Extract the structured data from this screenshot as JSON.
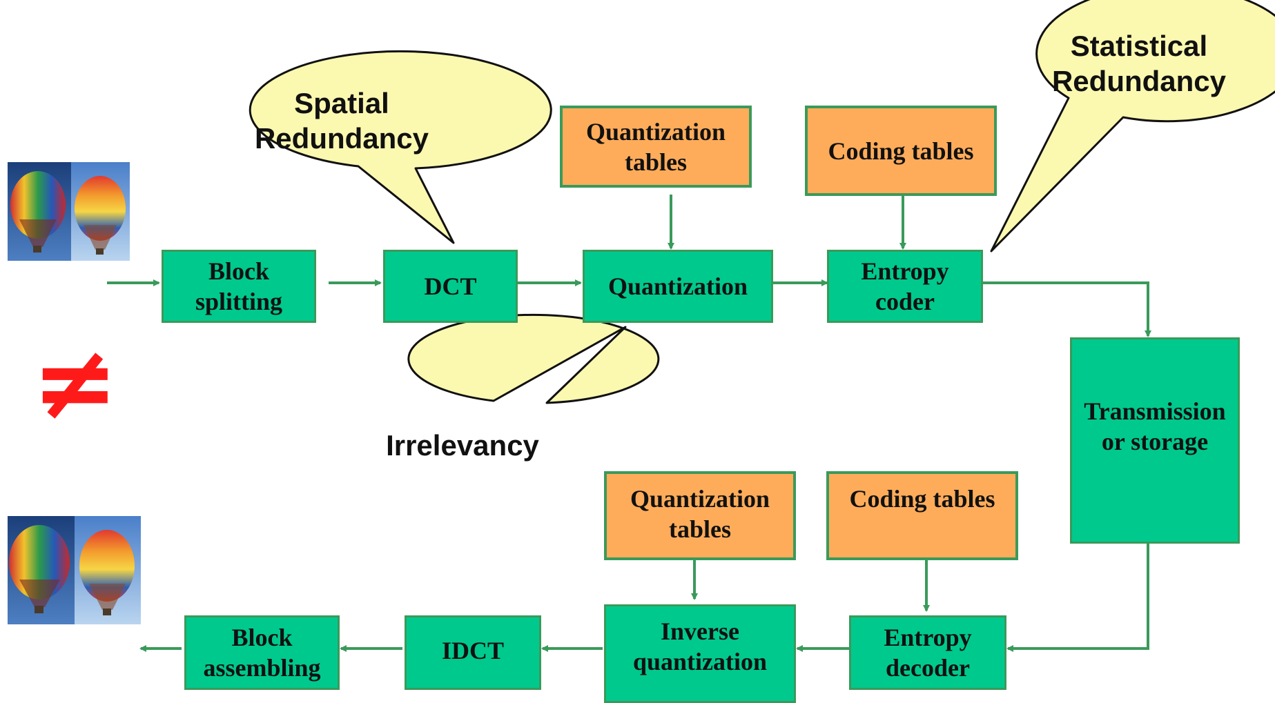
{
  "colors": {
    "process_fill": "#00c98d",
    "table_fill": "#ffac5a",
    "border": "#3a9a5a",
    "bubble_fill": "#fbf8b0",
    "not_equal": "#ff1a1a"
  },
  "encoder": {
    "block_splitting": "Block\nsplitting",
    "dct": "DCT",
    "quantization": "Quantization",
    "entropy_coder": "Entropy\ncoder",
    "quantization_tables": "Quantization\ntables",
    "coding_tables": "Coding tables"
  },
  "channel": {
    "transmission": "Transmission\nor storage"
  },
  "decoder": {
    "entropy_decoder": "Entropy\ndecoder",
    "inverse_quantization": "Inverse\nquantization",
    "idct": "IDCT",
    "block_assembling": "Block\nassembling",
    "quantization_tables": "Quantization\ntables",
    "coding_tables": "Coding tables"
  },
  "callouts": {
    "spatial": "Spatial\nRedundancy",
    "irrelevancy": "Irrelevancy",
    "statistical": "Statistical\nRedundancy"
  },
  "not_equal_symbol": "≠",
  "images": {
    "original": "balloon-image",
    "reconstructed": "balloon-image"
  }
}
